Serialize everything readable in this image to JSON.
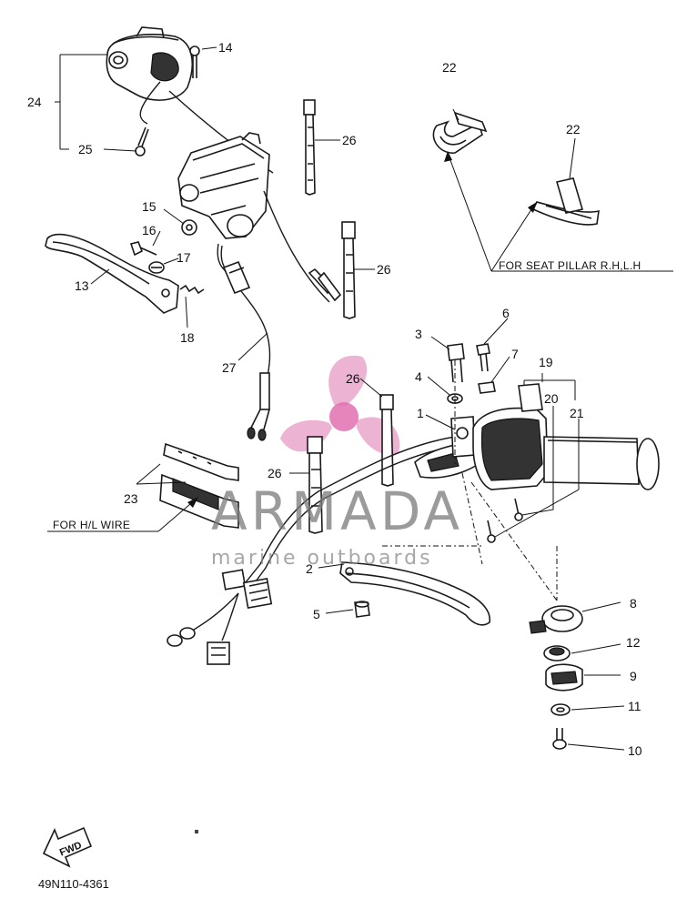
{
  "labels": {
    "p1": "1",
    "p2": "2",
    "p3": "3",
    "p4": "4",
    "p5": "5",
    "p6": "6",
    "p7": "7",
    "p8": "8",
    "p9": "9",
    "p10": "10",
    "p11": "11",
    "p12": "12",
    "p13": "13",
    "p14": "14",
    "p15": "15",
    "p16": "16",
    "p17": "17",
    "p18": "18",
    "p19": "19",
    "p20": "20",
    "p21": "21",
    "p22a": "22",
    "p22b": "22",
    "p23": "23",
    "p24": "24",
    "p25": "25",
    "p26a": "26",
    "p26b": "26",
    "p26c": "26",
    "p26d": "26",
    "p27": "27"
  },
  "notes": {
    "seat_pillar": "FOR SEAT PILLAR R.H,L.H",
    "hl_wire": "FOR H/L WIRE"
  },
  "watermark": {
    "brand": "ARMADA",
    "tagline": "marine outboards",
    "logo_color": "#e8a0c8",
    "logo_hub_color": "#e070b0"
  },
  "footer": {
    "diagram_code": "49N110-4361",
    "fwd_mark": "FWD"
  }
}
